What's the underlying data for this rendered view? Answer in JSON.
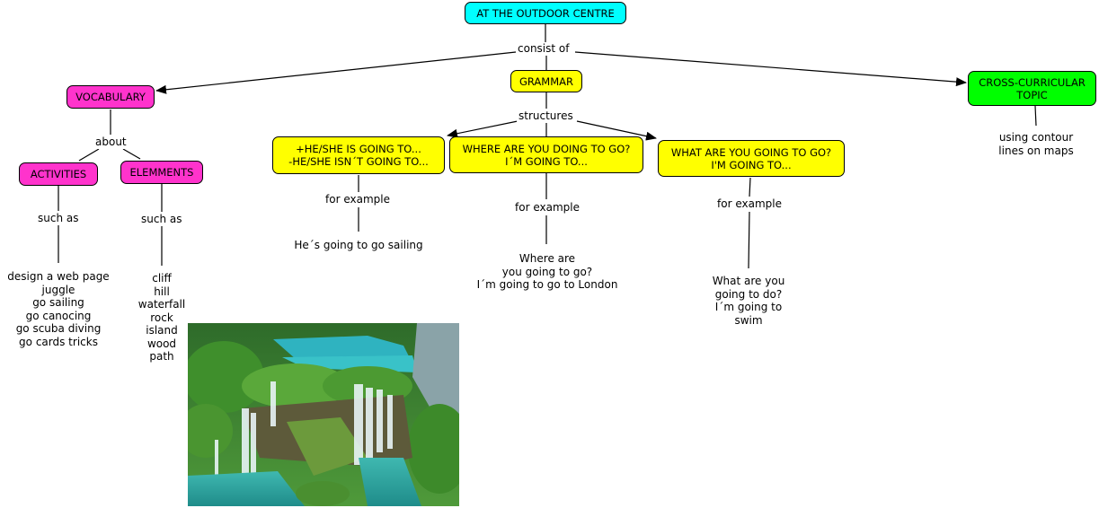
{
  "colors": {
    "root": "#00ffff",
    "vocabulary": "#ff33cc",
    "grammar": "#ffff00",
    "cross": "#00ff00",
    "line": "#000000"
  },
  "nodes": {
    "root": "AT THE OUTDOOR CENTRE",
    "vocabulary": "VOCABULARY",
    "activities": "ACTIVITIES",
    "elemments": "ELEMMENTS",
    "grammar": "GRAMMAR",
    "structure1": "+HE/SHE IS GOING TO...\n-HE/SHE ISN´T GOING TO...",
    "structure2": "WHERE ARE YOU DOING TO GO?\nI´M GOING TO...",
    "structure3": "WHAT ARE YOU GOING TO GO?\nI'M GOING TO...",
    "cross": "CROSS-CURRICULAR\nTOPIC"
  },
  "links": {
    "consist_of": "consist of",
    "about": "about",
    "such_as_1": "such as",
    "such_as_2": "such as",
    "structures": "structures",
    "for_example_1": "for example",
    "for_example_2": "for example",
    "for_example_3": "for example"
  },
  "leaves": {
    "activities_list": "design a web page\njuggle\ngo sailing\ngo canocing\ngo scuba diving\ngo cards tricks",
    "elements_list": "cliff\nhill\nwaterfall\nrock\nisland\nwood\npath",
    "example1": "He´s going to go sailing",
    "example2": "Where are\nyou going to go?\nI´m going to go to London",
    "example3": "What are you\ngoing to do?\nI´m going to\nswim",
    "cross_detail": "using contour\nlines on maps"
  },
  "image": {
    "subject": "waterfall-landscape"
  }
}
